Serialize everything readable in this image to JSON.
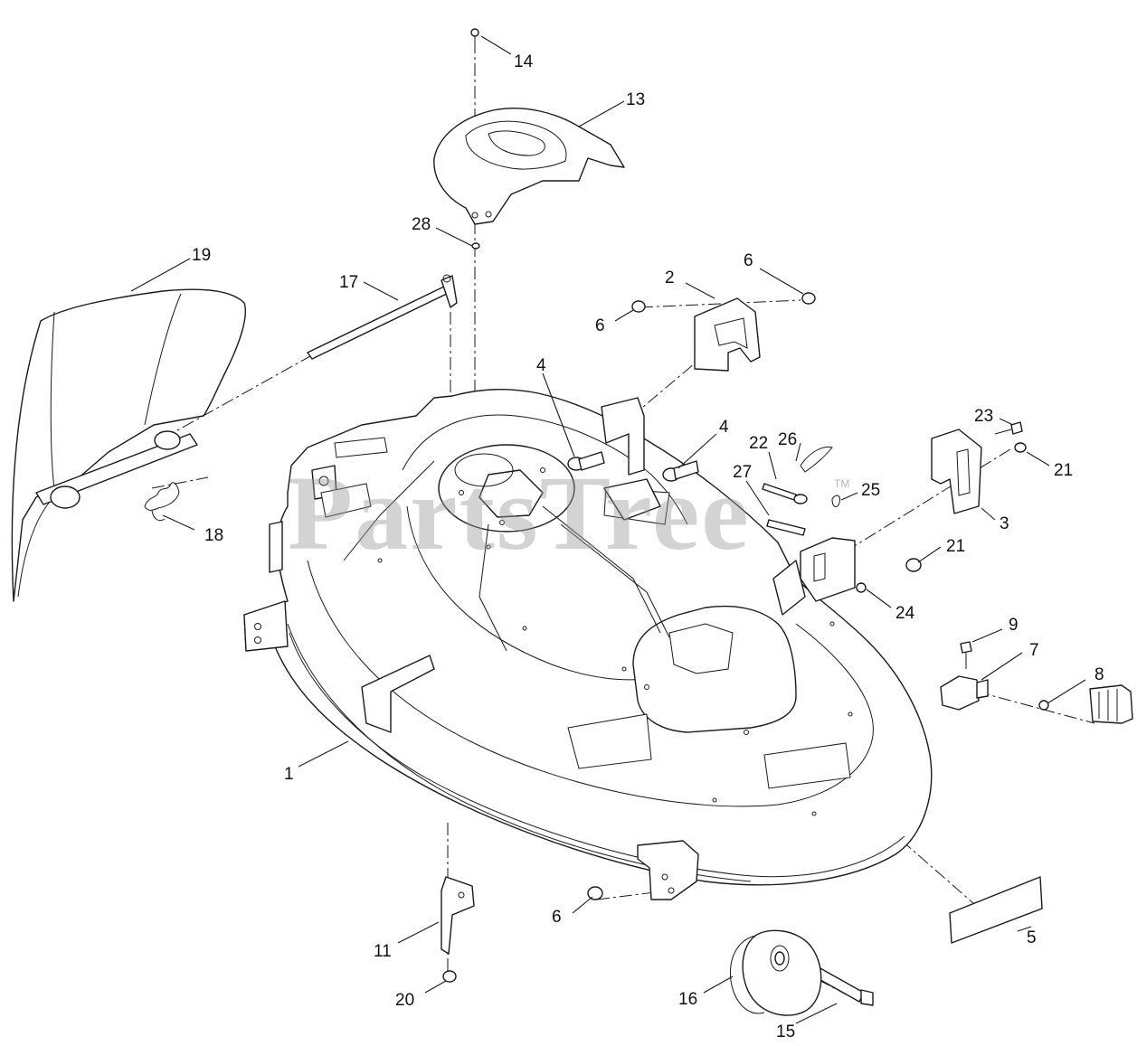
{
  "watermark": {
    "text": "PartsTree",
    "trademark": "TM"
  },
  "callouts": [
    "14",
    "13",
    "28",
    "19",
    "17",
    "2",
    "6",
    "6",
    "4",
    "4",
    "22",
    "26",
    "23",
    "21",
    "27",
    "25",
    "3",
    "18",
    "21",
    "24",
    "9",
    "7",
    "8",
    "1",
    "6",
    "11",
    "20",
    "16",
    "15",
    "5"
  ]
}
